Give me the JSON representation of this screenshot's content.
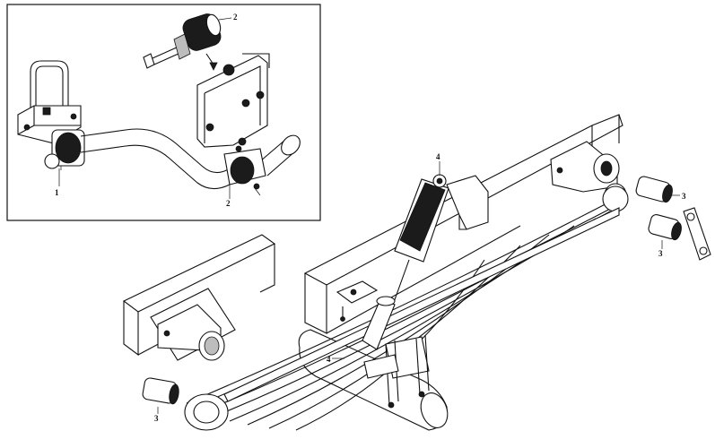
{
  "labels": {
    "inset_stabilizer_link": "1",
    "inset_bushing_top": "2",
    "inset_bushing_bottom": "2",
    "rear_bushing": "3",
    "shackle_bushing": "3",
    "front_bushing": "3",
    "shock_upper_mount": "4",
    "shock_lower_bolt": "4"
  }
}
